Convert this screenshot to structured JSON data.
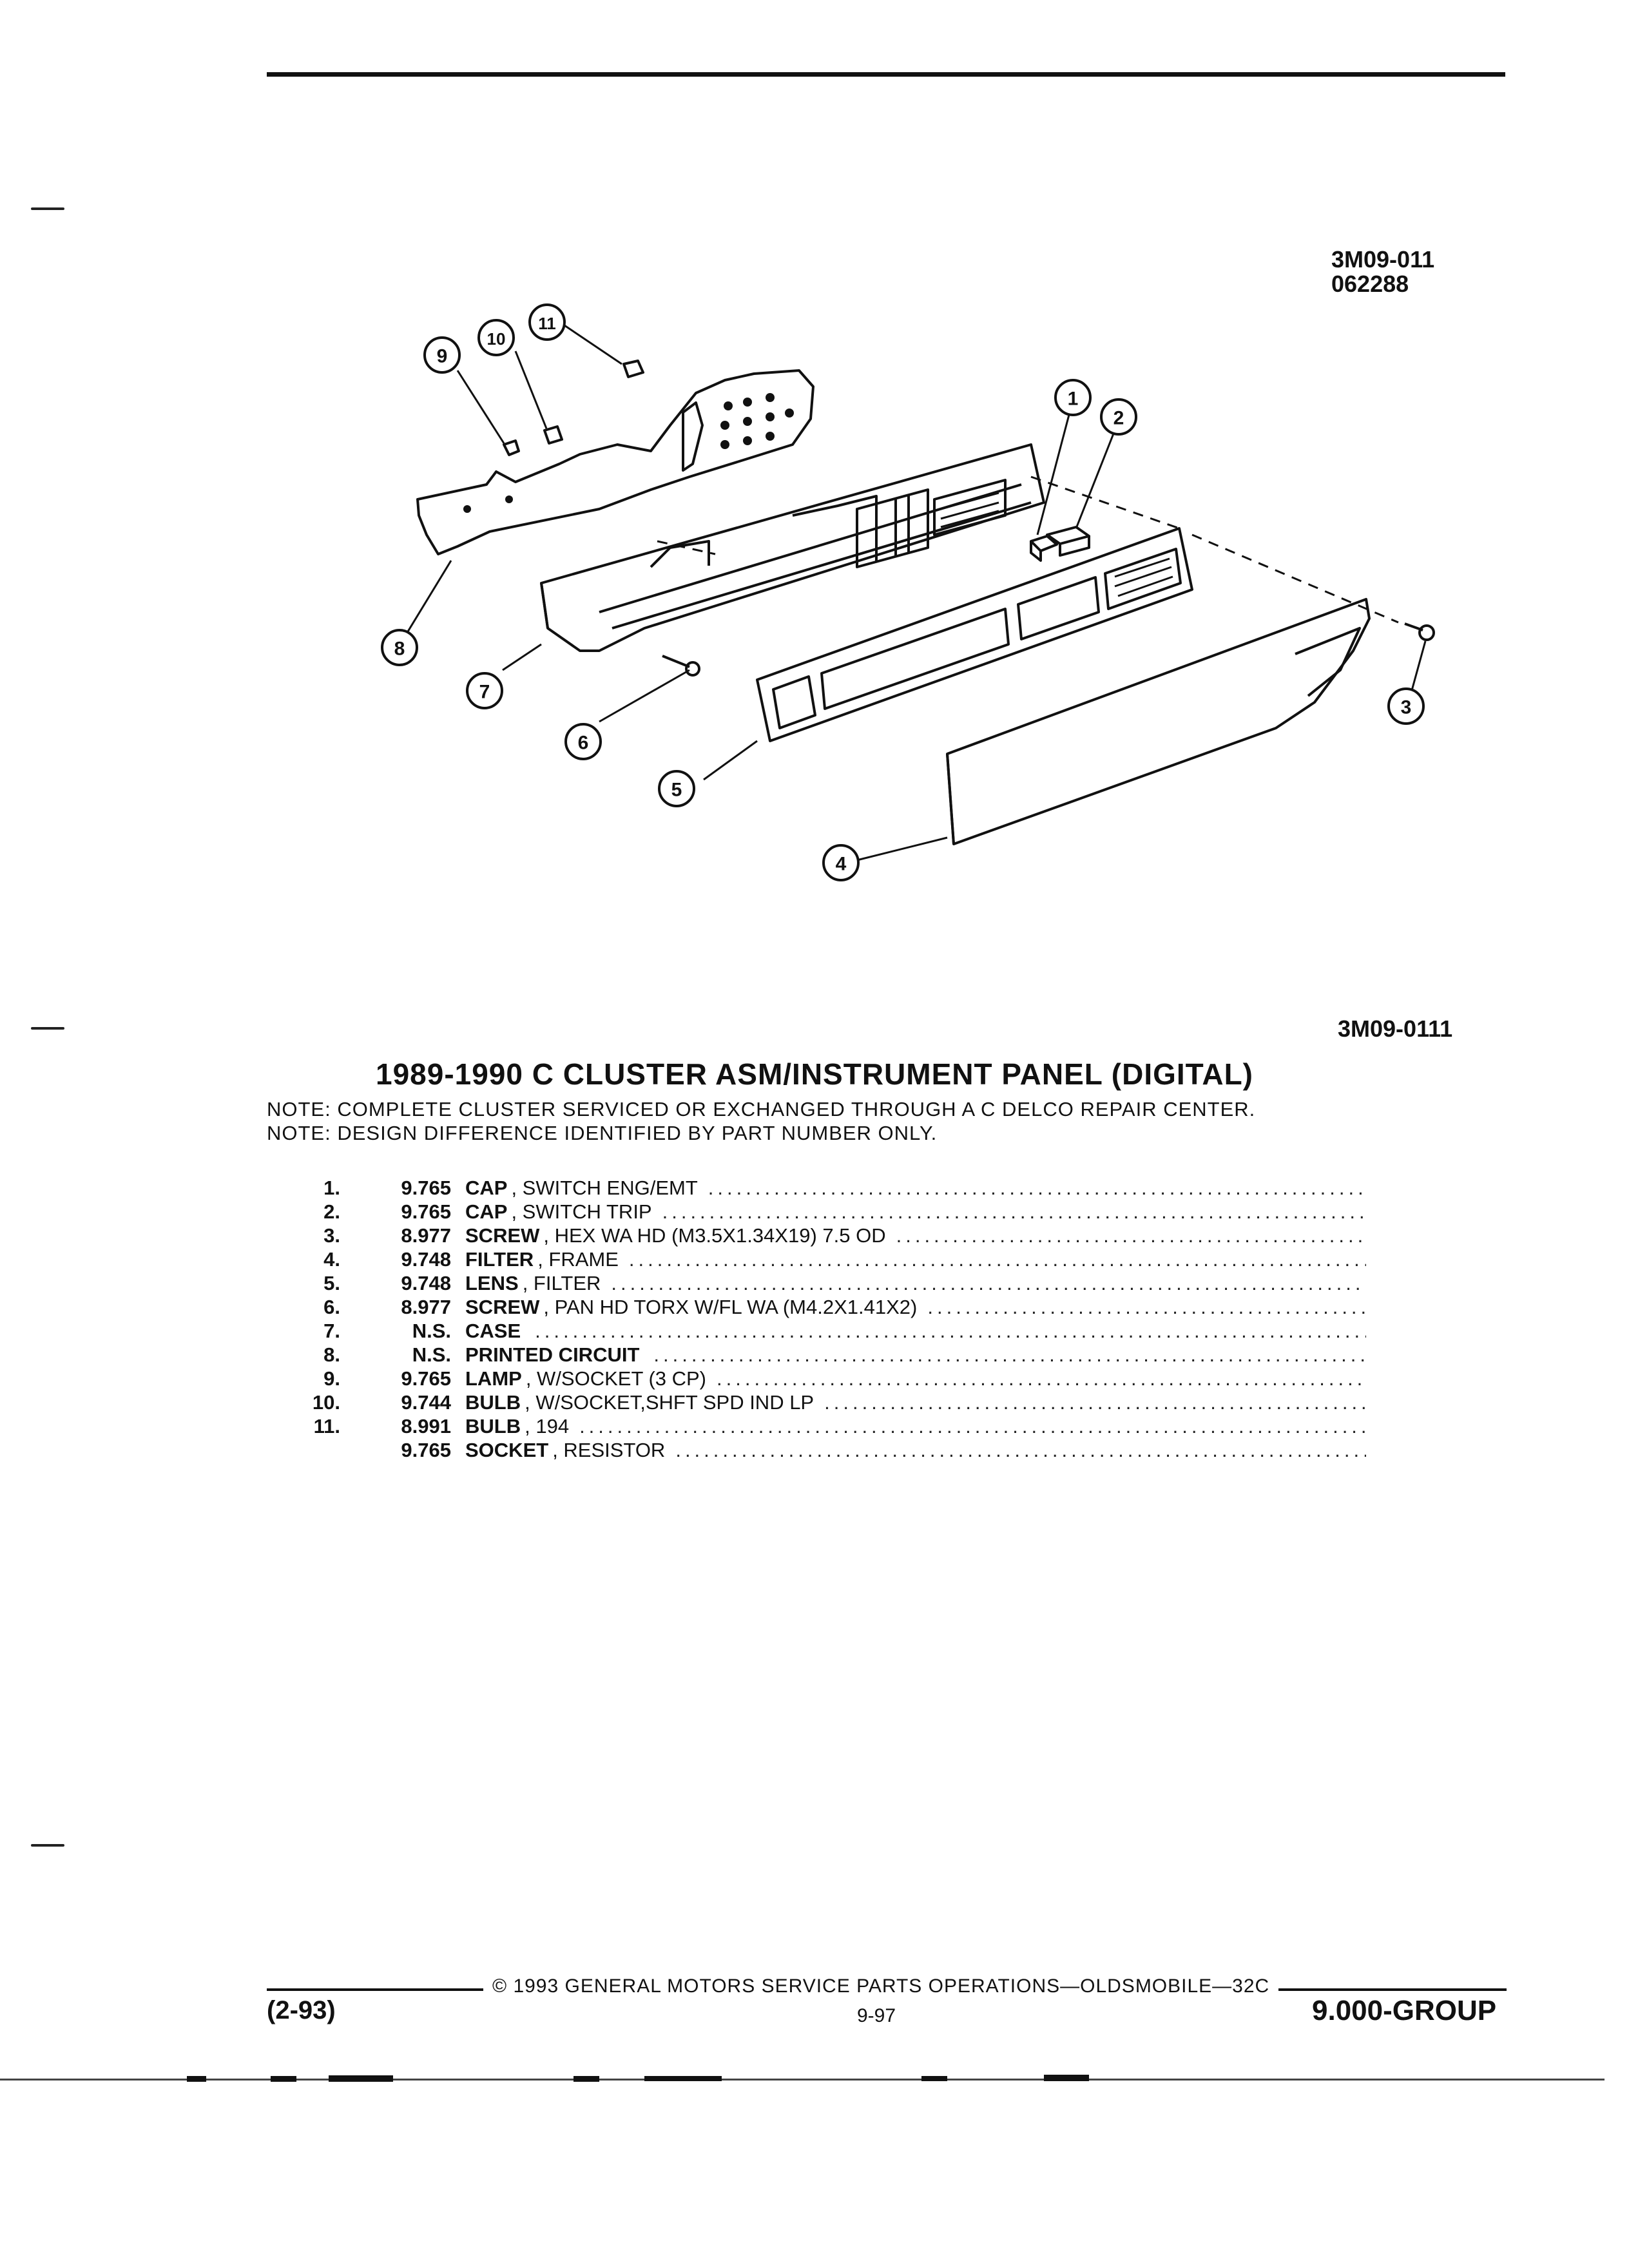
{
  "header": {
    "code_top_line1": "3M09-011",
    "code_top_line2": "062288",
    "code_bottom": "3M09-0111"
  },
  "figure": {
    "callouts": [
      "1",
      "2",
      "3",
      "4",
      "5",
      "6",
      "7",
      "8",
      "9",
      "10",
      "11"
    ]
  },
  "title": "1989-1990 C CLUSTER ASM/INSTRUMENT PANEL (DIGITAL)",
  "notes": [
    "NOTE:  COMPLETE CLUSTER SERVICED OR EXCHANGED THROUGH A C DELCO REPAIR CENTER.",
    "NOTE:  DESIGN DIFFERENCE IDENTIFIED BY PART NUMBER ONLY."
  ],
  "parts": [
    {
      "num": "1.",
      "group": "9.765",
      "name": "CAP",
      "desc": ", SWITCH ENG/EMT"
    },
    {
      "num": "2.",
      "group": "9.765",
      "name": "CAP",
      "desc": ", SWITCH TRIP"
    },
    {
      "num": "3.",
      "group": "8.977",
      "name": "SCREW",
      "desc": ", HEX WA HD (M3.5X1.34X19) 7.5 OD"
    },
    {
      "num": "4.",
      "group": "9.748",
      "name": "FILTER",
      "desc": ", FRAME"
    },
    {
      "num": "5.",
      "group": "9.748",
      "name": "LENS",
      "desc": ", FILTER"
    },
    {
      "num": "6.",
      "group": "8.977",
      "name": "SCREW",
      "desc": ", PAN HD TORX W/FL WA (M4.2X1.41X2)"
    },
    {
      "num": "7.",
      "group": "N.S.",
      "name": "CASE",
      "desc": ""
    },
    {
      "num": "8.",
      "group": "N.S.",
      "name": "PRINTED CIRCUIT",
      "desc": ""
    },
    {
      "num": "9.",
      "group": "9.765",
      "name": "LAMP",
      "desc": ", W/SOCKET (3 CP)"
    },
    {
      "num": "10.",
      "group": "9.744",
      "name": "BULB",
      "desc": ", W/SOCKET,SHFT SPD IND LP"
    },
    {
      "num": "11.",
      "group": "8.991",
      "name": "BULB",
      "desc": ", 194"
    },
    {
      "num": "",
      "group": "9.765",
      "name": "SOCKET",
      "desc": ", RESISTOR"
    }
  ],
  "footer": {
    "copyright": "© 1993 GENERAL MOTORS SERVICE PARTS OPERATIONS—OLDSMOBILE—32C",
    "date_code": "(2-93)",
    "page": "9-97",
    "group": "9.000-GROUP"
  }
}
